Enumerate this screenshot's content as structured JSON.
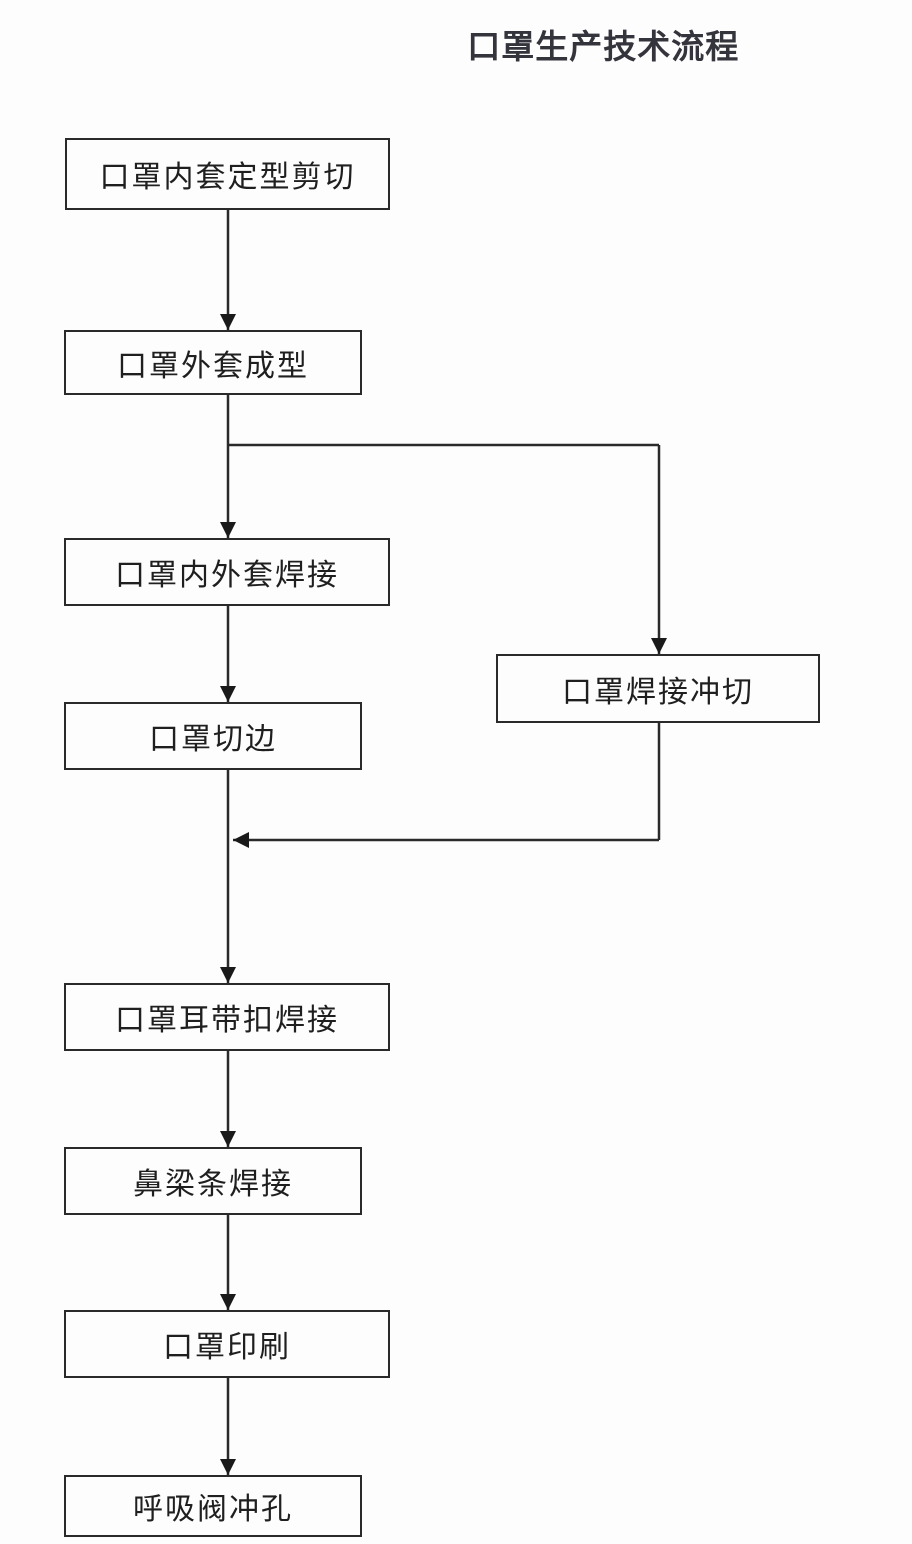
{
  "title": "口罩生产技术流程",
  "nodes": [
    {
      "label": "口罩内套定型剪切"
    },
    {
      "label": "口罩外套成型"
    },
    {
      "label": "口罩内外套焊接"
    },
    {
      "label": "口罩切边"
    },
    {
      "label": "口罩焊接冲切"
    },
    {
      "label": "口罩耳带扣焊接"
    },
    {
      "label": "鼻梁条焊接"
    },
    {
      "label": "口罩印刷"
    },
    {
      "label": "呼吸阀冲孔"
    }
  ],
  "edges": [
    {
      "from": "口罩内套定型剪切",
      "to": "口罩外套成型"
    },
    {
      "from": "口罩外套成型",
      "to": "口罩内外套焊接"
    },
    {
      "from": "口罩外套成型",
      "to": "口罩焊接冲切"
    },
    {
      "from": "口罩内外套焊接",
      "to": "口罩切边"
    },
    {
      "from": "口罩焊接冲切",
      "to": "口罩耳带扣焊接"
    },
    {
      "from": "口罩切边",
      "to": "口罩耳带扣焊接"
    },
    {
      "from": "口罩耳带扣焊接",
      "to": "鼻梁条焊接"
    },
    {
      "from": "鼻梁条焊接",
      "to": "口罩印刷"
    },
    {
      "from": "口罩印刷",
      "to": "呼吸阀冲孔"
    }
  ],
  "colors": {
    "background": "#fdfdfd",
    "box_border": "#2a2a2a",
    "box_fill": "#fdfdfd",
    "node_text": "#1f1f1f",
    "title_text": "#34343c",
    "connector": "#2a2a2a"
  }
}
